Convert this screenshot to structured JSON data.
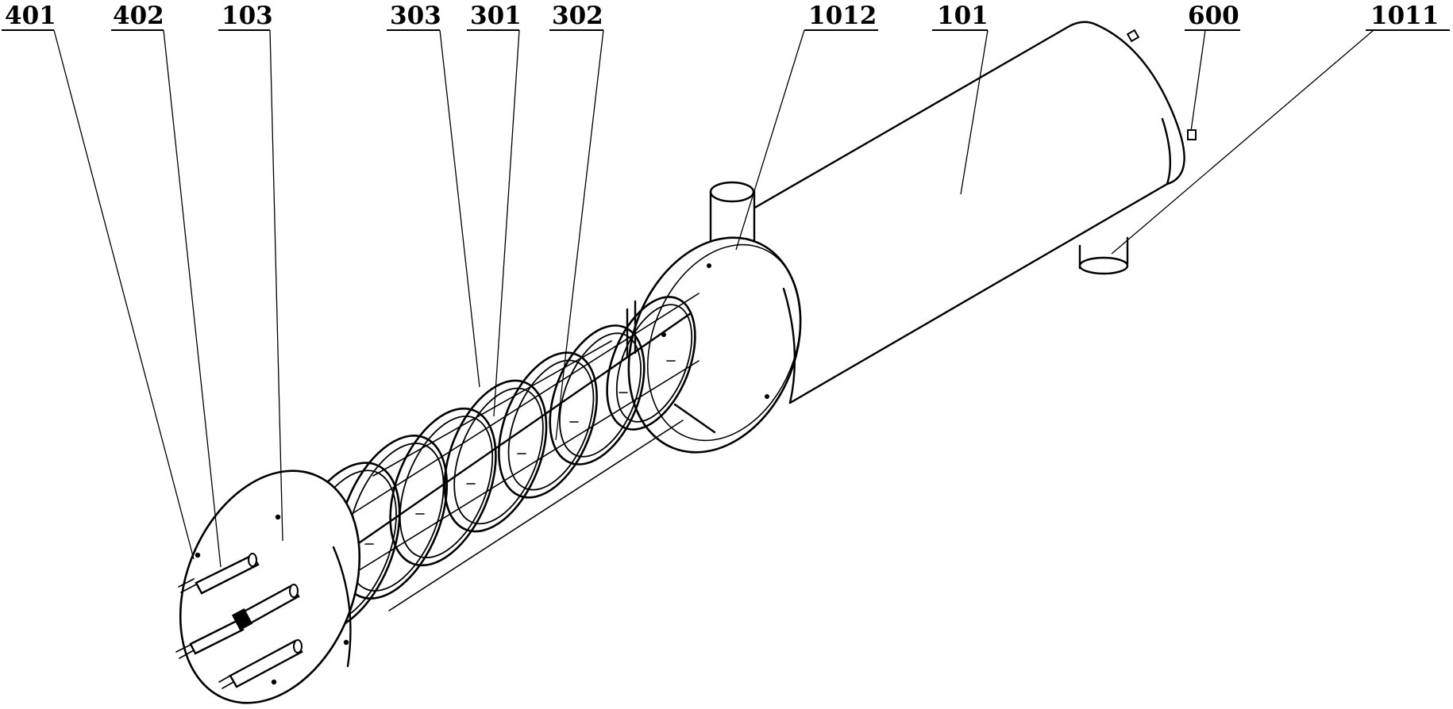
{
  "labels": [
    {
      "text": "401"
    },
    {
      "text": "402"
    },
    {
      "text": "103"
    },
    {
      "text": "303"
    },
    {
      "text": "301"
    },
    {
      "text": "302"
    },
    {
      "text": "1012"
    },
    {
      "text": "101"
    },
    {
      "text": "600"
    },
    {
      "text": "1011"
    }
  ]
}
